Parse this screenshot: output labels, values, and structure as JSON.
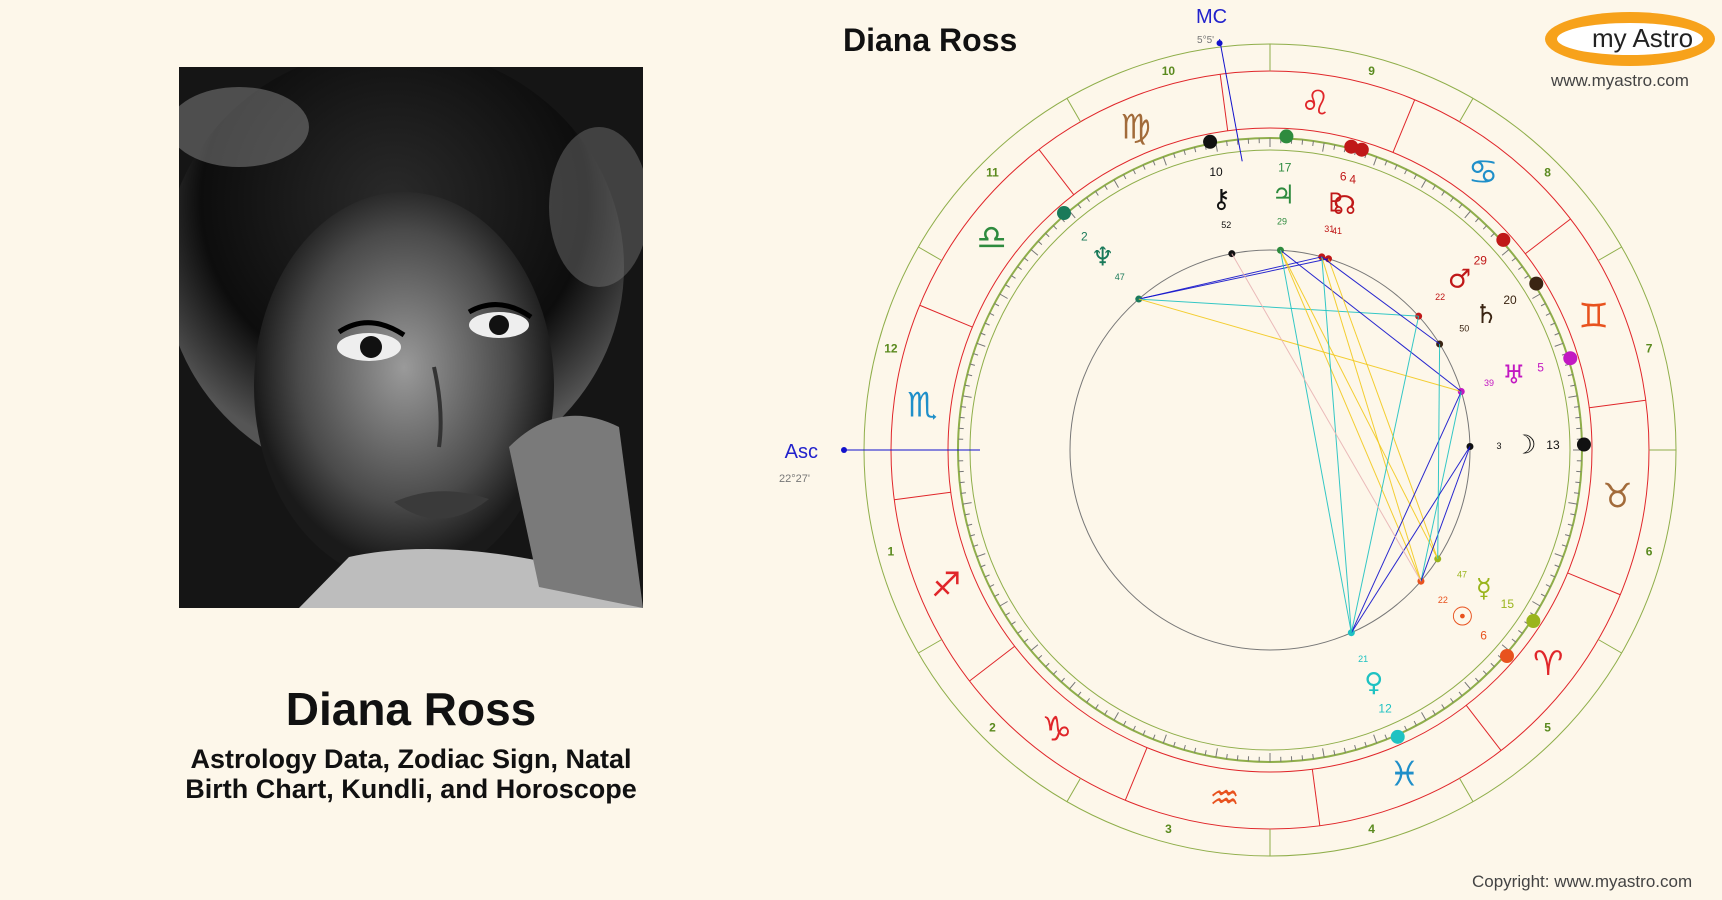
{
  "person": {
    "name": "Diana Ross",
    "subtitle_line1": "Astrology Data, Zodiac Sign, Natal",
    "subtitle_line2": "Birth Chart, Kundli, and Horoscope"
  },
  "chart": {
    "title": "Diana Ross",
    "mc_label": "MC",
    "mc_degree": "5°5'",
    "asc_label": "Asc",
    "asc_degree": "22°27'"
  },
  "brand": {
    "logo_text": "my Astro",
    "url": "www.myastro.com",
    "copyright": "Copyright: www.myastro.com"
  },
  "houses": [
    "1",
    "2",
    "3",
    "4",
    "5",
    "6",
    "7",
    "8",
    "9",
    "10",
    "11",
    "12"
  ],
  "signs": [
    {
      "name": "scorpio",
      "glyph": "♏",
      "color": "#1f8fc9"
    },
    {
      "name": "sagittarius",
      "glyph": "♐",
      "color": "#e0262a"
    },
    {
      "name": "capricorn",
      "glyph": "♑",
      "color": "#e0262a"
    },
    {
      "name": "aquarius",
      "glyph": "♒",
      "color": "#e8521e"
    },
    {
      "name": "pisces",
      "glyph": "♓",
      "color": "#1f8fc9"
    },
    {
      "name": "aries",
      "glyph": "♈",
      "color": "#e0262a"
    },
    {
      "name": "taurus",
      "glyph": "♉",
      "color": "#a26b3a"
    },
    {
      "name": "gemini",
      "glyph": "♊",
      "color": "#e8521e"
    },
    {
      "name": "cancer",
      "glyph": "♋",
      "color": "#1f8fc9"
    },
    {
      "name": "leo",
      "glyph": "♌",
      "color": "#e0262a"
    },
    {
      "name": "virgo",
      "glyph": "♍",
      "color": "#a26b3a"
    },
    {
      "name": "libra",
      "glyph": "♎",
      "color": "#2e8b3e"
    }
  ],
  "planets": [
    {
      "name": "chiron",
      "glyph": "⚷",
      "deg": "10",
      "min": "52",
      "color": "#111"
    },
    {
      "name": "jupiter",
      "glyph": "♃",
      "deg": "17",
      "min": "29",
      "color": "#2e8b3e"
    },
    {
      "name": "pluto",
      "glyph": "♇",
      "deg": "6",
      "min": "31",
      "color": "#c01818"
    },
    {
      "name": "node",
      "glyph": "☊",
      "deg": "4",
      "min": "41",
      "color": "#c01818"
    },
    {
      "name": "neptune",
      "glyph": "♆",
      "deg": "2",
      "min": "47",
      "color": "#1a7a5a"
    },
    {
      "name": "mars",
      "glyph": "♂",
      "deg": "29",
      "min": "22",
      "color": "#c01818"
    },
    {
      "name": "saturn",
      "glyph": "♄",
      "deg": "20",
      "min": "50",
      "color": "#3a2412"
    },
    {
      "name": "uranus",
      "glyph": "♅",
      "deg": "5",
      "min": "39",
      "color": "#c218c2"
    },
    {
      "name": "moon",
      "glyph": "☽",
      "deg": "13",
      "min": "3",
      "color": "#111"
    },
    {
      "name": "mercury",
      "glyph": "☿",
      "deg": "15",
      "min": "47",
      "color": "#9ab51c"
    },
    {
      "name": "sun",
      "glyph": "☉",
      "deg": "6",
      "min": "22",
      "color": "#e8521e"
    },
    {
      "name": "venus",
      "glyph": "♀",
      "deg": "12",
      "min": "21",
      "color": "#1fc2c2"
    }
  ]
}
